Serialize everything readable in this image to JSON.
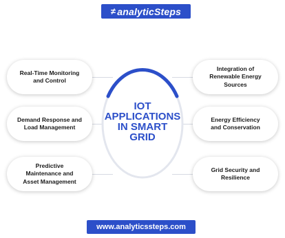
{
  "header": {
    "logo_text": "analyticSteps",
    "logo_mark": "≠"
  },
  "center": {
    "title": "IOT\nAPPLICATIONS\nIN SMART\nGRID"
  },
  "left_items": [
    {
      "label": "Real-Time Monitoring\nand Control"
    },
    {
      "label": "Demand Response and\nLoad Management"
    },
    {
      "label": "Predictive\nMaintenance and\nAsset Management"
    }
  ],
  "right_items": [
    {
      "label": "Integration of\nRenewable Energy\nSources"
    },
    {
      "label": "Energy Efficiency\nand Conservation"
    },
    {
      "label": "Grid Security and\nResilience"
    }
  ],
  "footer": {
    "url": "www.analyticssteps.com"
  },
  "colors": {
    "accent": "#2c4fc9",
    "card_bg": "#ffffff",
    "text": "#1b1b1b"
  }
}
